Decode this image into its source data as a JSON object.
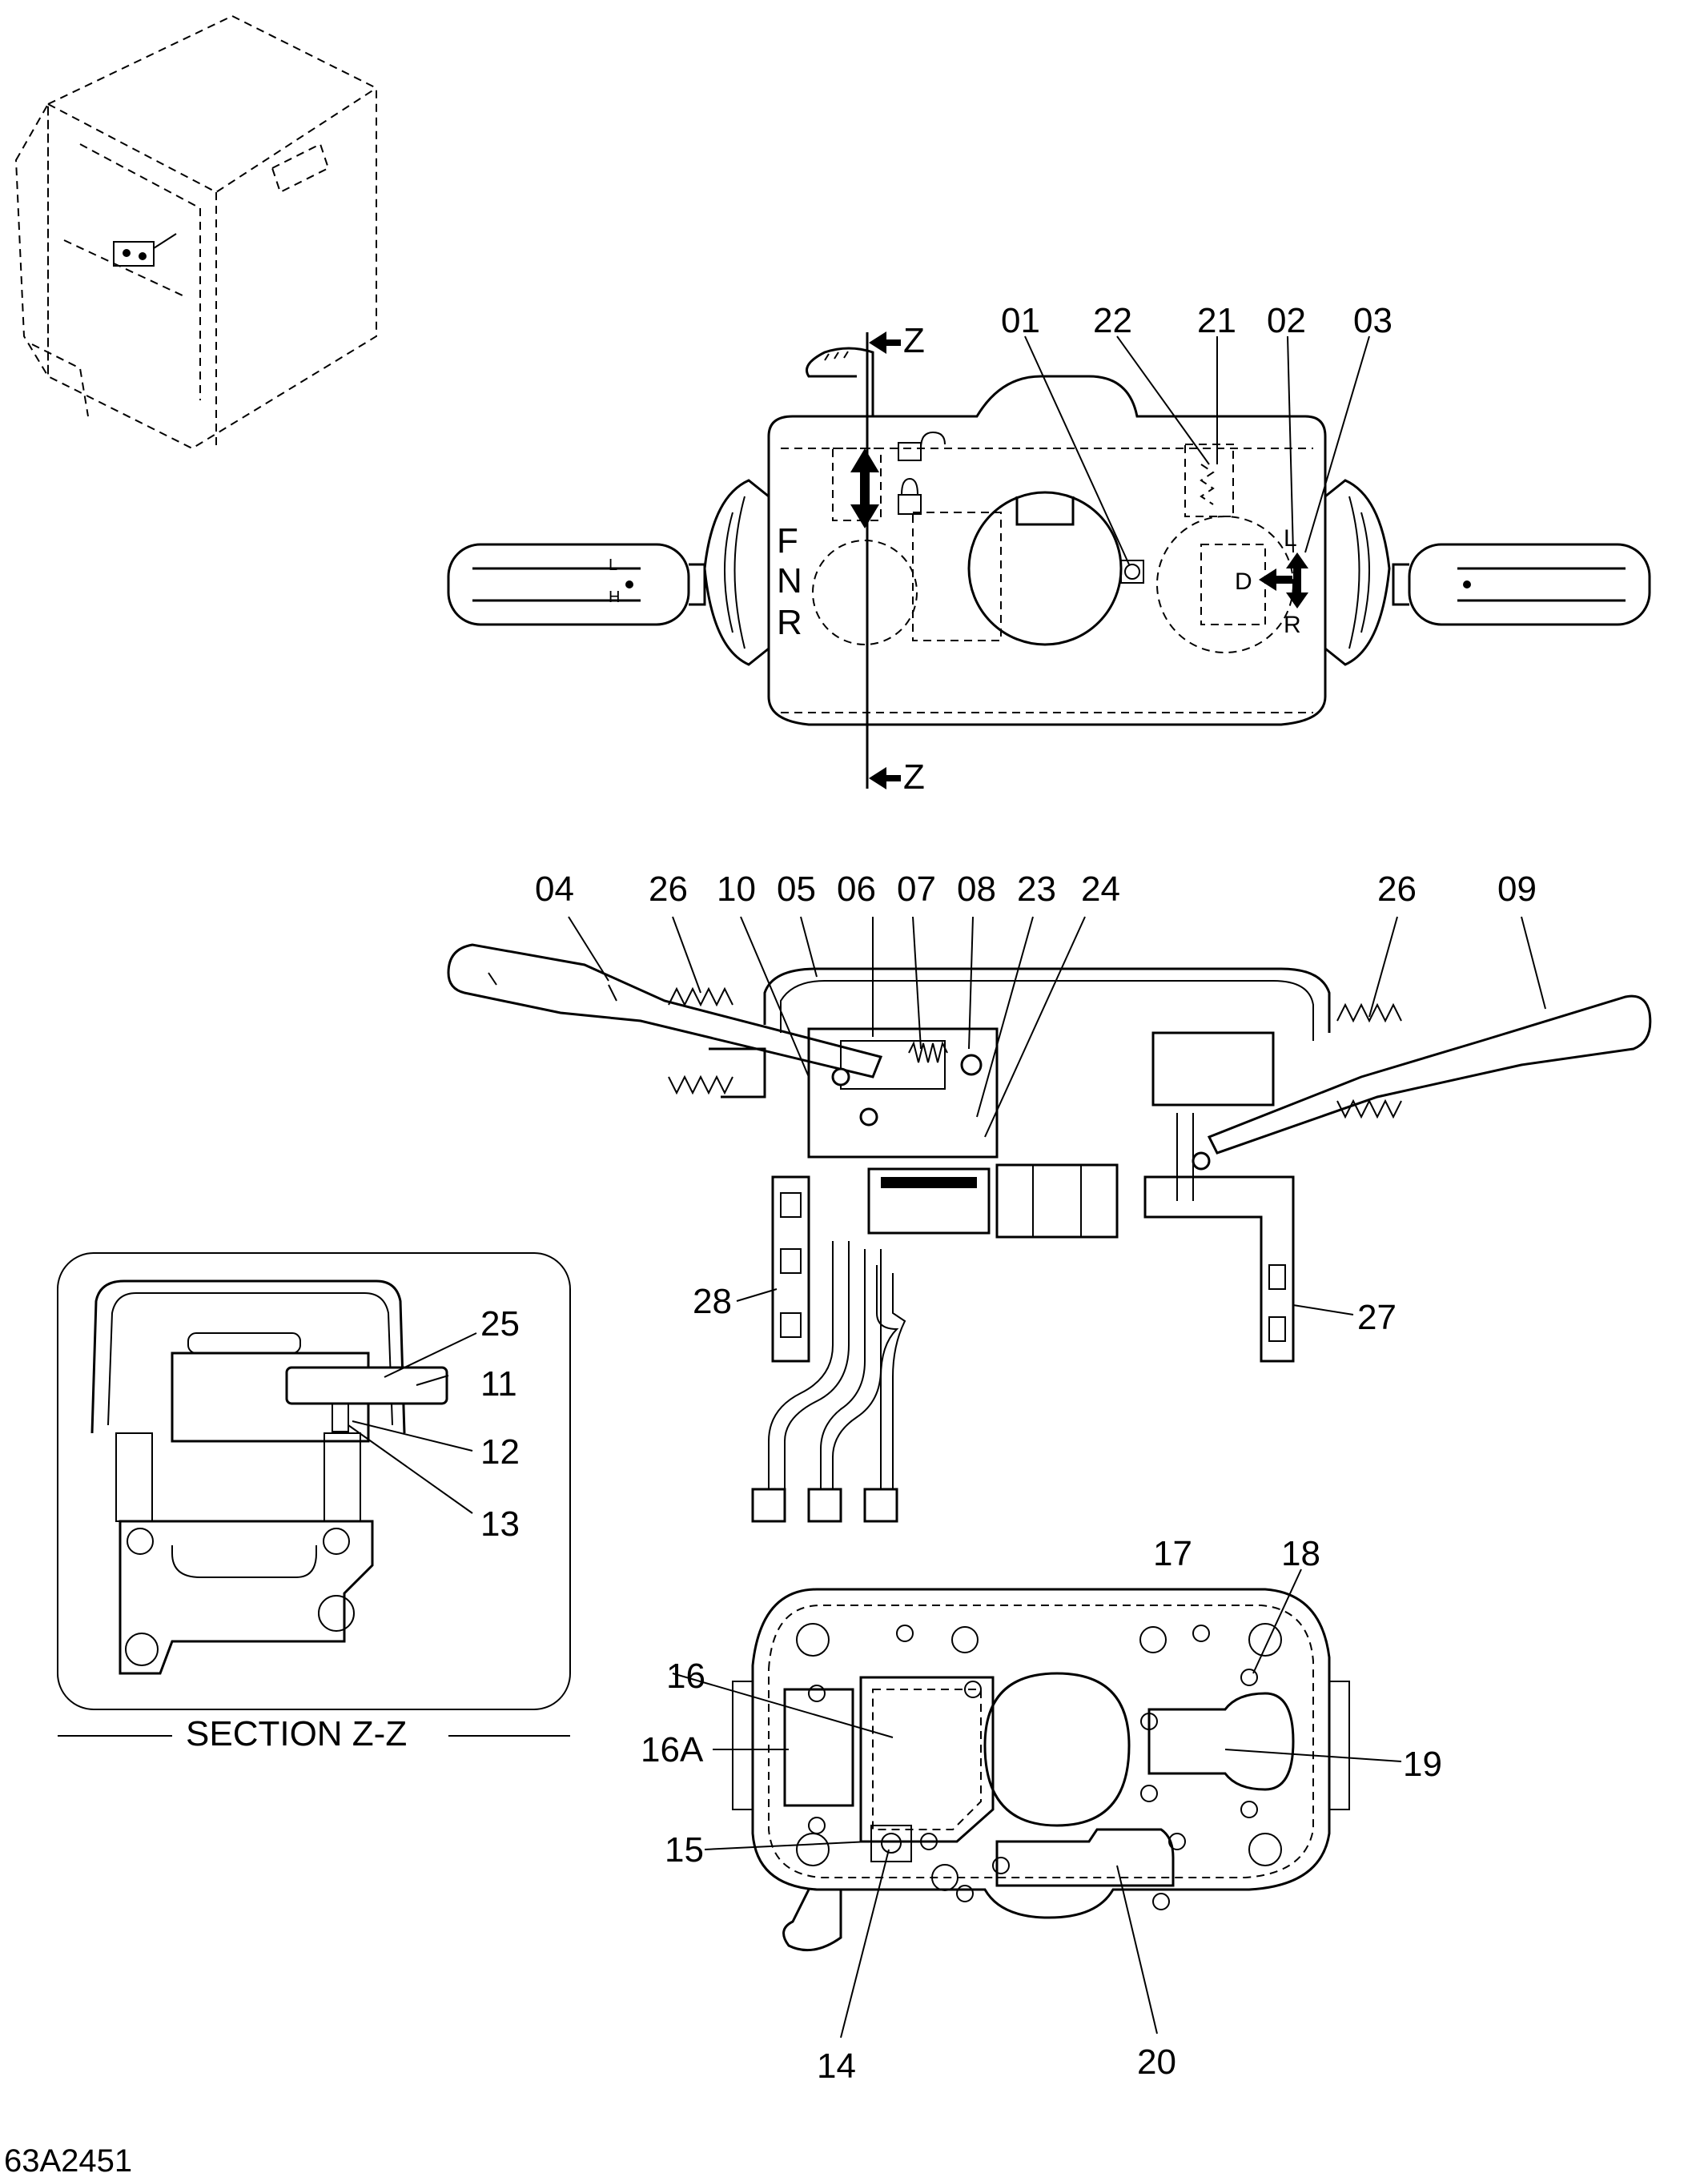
{
  "document_code": "63A2451",
  "section_title": "SECTION Z-Z",
  "section_marker": "Z",
  "shift_labels": [
    "F",
    "N",
    "R"
  ],
  "direction_labels": {
    "left": "L",
    "drive": "D",
    "right": "R"
  },
  "lever_marks": {
    "low": "L",
    "high": "H"
  },
  "callouts": {
    "c01": "01",
    "c02": "02",
    "c03": "03",
    "c04": "04",
    "c05": "05",
    "c06": "06",
    "c07": "07",
    "c08": "08",
    "c09": "09",
    "c10": "10",
    "c11": "11",
    "c12": "12",
    "c13": "13",
    "c14": "14",
    "c15": "15",
    "c16": "16",
    "c16a": "16A",
    "c17": "17",
    "c18": "18",
    "c19": "19",
    "c20": "20",
    "c21": "21",
    "c22": "22",
    "c23": "23",
    "c24": "24",
    "c25": "25",
    "c26a": "26",
    "c26b": "26",
    "c27": "27",
    "c28": "28"
  }
}
